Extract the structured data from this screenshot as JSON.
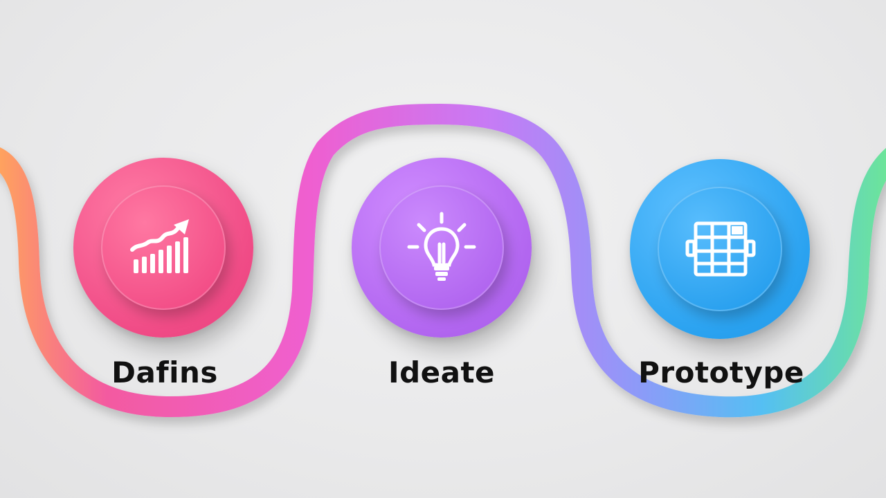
{
  "steps": [
    {
      "label": "Dafins",
      "icon": "growth-chart-icon",
      "color": "#f45a8f"
    },
    {
      "label": "Ideate",
      "icon": "lightbulb-icon",
      "color": "#b46cf0"
    },
    {
      "label": "Prototype",
      "icon": "layout-grid-icon",
      "color": "#2ea7f2"
    }
  ],
  "path_gradient": [
    "#ffa25e",
    "#f35aa0",
    "#ef5fd0",
    "#c77af5",
    "#8d9af8",
    "#55bff3",
    "#6de49a"
  ]
}
